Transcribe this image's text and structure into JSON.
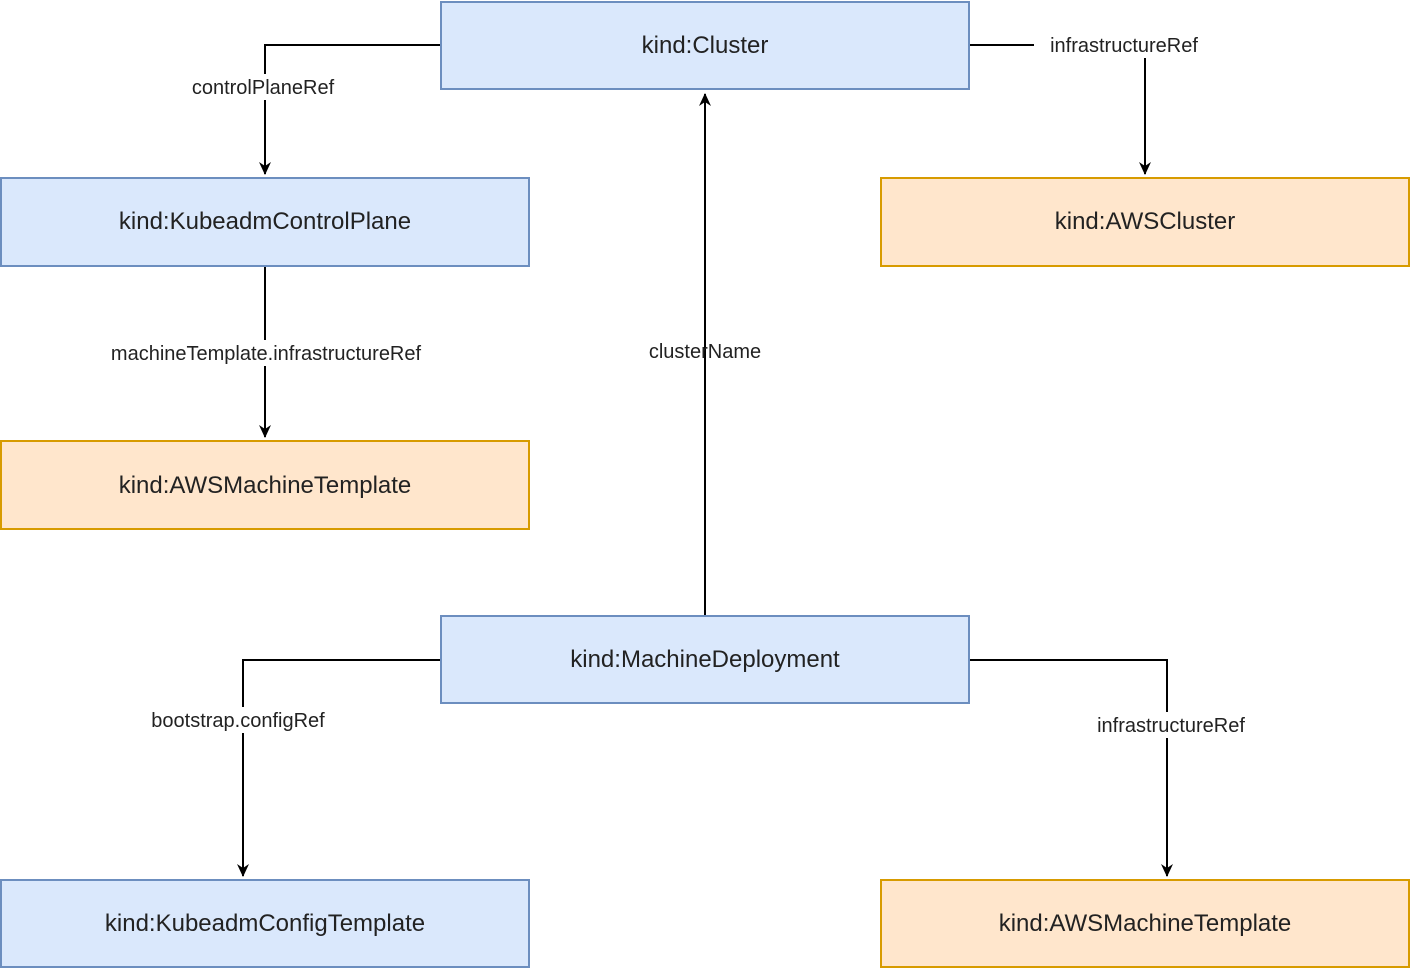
{
  "colors": {
    "blue_fill": "#dae8fc",
    "blue_stroke": "#6c8ebf",
    "orange_fill": "#ffe6cc",
    "orange_stroke": "#d79b00",
    "edge": "#000000"
  },
  "nodes": {
    "cluster": {
      "label": "kind:Cluster",
      "style": "blue"
    },
    "kubeadm_control_plane": {
      "label": "kind:KubeadmControlPlane",
      "style": "blue"
    },
    "aws_cluster": {
      "label": "kind:AWSCluster",
      "style": "orange"
    },
    "aws_machine_template_cp": {
      "label": "kind:AWSMachineTemplate",
      "style": "orange"
    },
    "machine_deployment": {
      "label": "kind:MachineDeployment",
      "style": "blue"
    },
    "kubeadm_config_template": {
      "label": "kind:KubeadmConfigTemplate",
      "style": "blue"
    },
    "aws_machine_template_md": {
      "label": "kind:AWSMachineTemplate",
      "style": "orange"
    }
  },
  "edges": {
    "control_plane_ref": {
      "label": "controlPlaneRef",
      "from": "cluster",
      "to": "kubeadm_control_plane"
    },
    "cluster_infrastructure_ref": {
      "label": "infrastructureRef",
      "from": "cluster",
      "to": "aws_cluster"
    },
    "machine_template_infrastructure_ref": {
      "label": "machineTemplate.infrastructureRef",
      "from": "kubeadm_control_plane",
      "to": "aws_machine_template_cp"
    },
    "cluster_name": {
      "label": "clusterName",
      "from": "machine_deployment",
      "to": "cluster"
    },
    "bootstrap_config_ref": {
      "label": "bootstrap.configRef",
      "from": "machine_deployment",
      "to": "kubeadm_config_template"
    },
    "md_infrastructure_ref": {
      "label": "infrastructureRef",
      "from": "machine_deployment",
      "to": "aws_machine_template_md"
    }
  }
}
